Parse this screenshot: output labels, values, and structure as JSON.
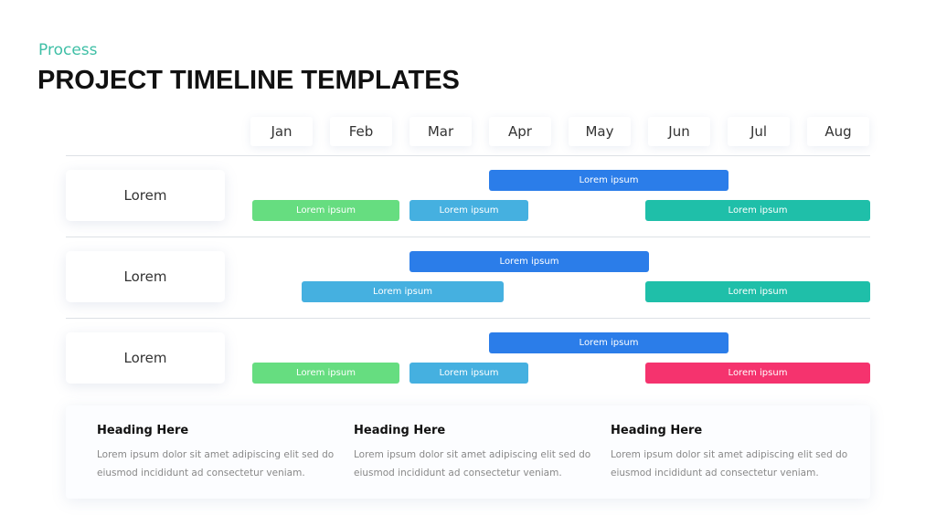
{
  "subtitle": "Process",
  "title": "PROJECT TIMELINE TEMPLATES",
  "months": [
    "Jan",
    "Feb",
    "Mar",
    "Apr",
    "May",
    "Jun",
    "Jul",
    "Aug"
  ],
  "rows": [
    {
      "label": "Lorem",
      "bars": [
        "Lorem ipsum",
        "Lorem ipsum",
        "Lorem ipsum",
        "Lorem ipsum"
      ]
    },
    {
      "label": "Lorem",
      "bars": [
        "Lorem ipsum",
        "Lorem ipsum",
        "Lorem ipsum"
      ]
    },
    {
      "label": "Lorem",
      "bars": [
        "Lorem ipsum",
        "Lorem ipsum",
        "Lorem ipsum",
        "Lorem ipsum"
      ]
    }
  ],
  "colors": {
    "blue": "#2b7de9",
    "light_blue": "#45b0e0",
    "green": "#66dd80",
    "teal": "#1fbfa9",
    "pink": "#f5336e"
  },
  "footer": [
    {
      "heading": "Heading Here",
      "text": "Lorem ipsum dolor sit amet adipiscing  elit sed do eiusmod incididunt ad consectetur veniam."
    },
    {
      "heading": "Heading Here",
      "text": "Lorem ipsum dolor sit amet adipiscing  elit sed do eiusmod incididunt ad consectetur veniam."
    },
    {
      "heading": "Heading Here",
      "text": "Lorem ipsum dolor sit amet adipiscing  elit sed do eiusmod incididunt ad consectetur veniam."
    }
  ]
}
